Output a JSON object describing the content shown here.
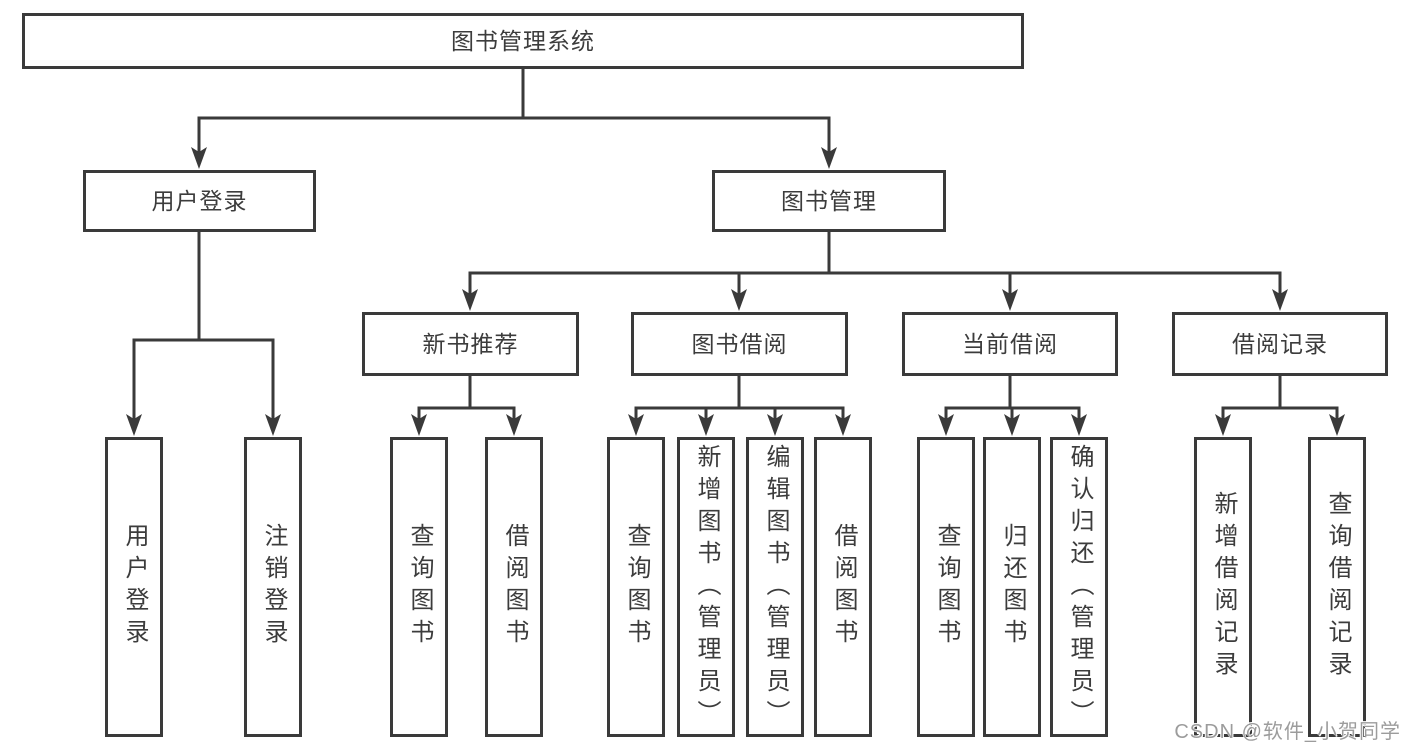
{
  "diagram": {
    "title": "图书管理系统",
    "nodes": {
      "root": "图书管理系统",
      "level2": [
        "用户登录",
        "图书管理"
      ],
      "level3": [
        "新书推荐",
        "图书借阅",
        "当前借阅",
        "借阅记录"
      ],
      "leaves": [
        "用户登录",
        "注销登录",
        "查询图书",
        "借阅图书",
        "查询图书",
        "新增图书（管理员）",
        "编辑图书（管理员）",
        "借阅图书",
        "查询图书",
        "归还图书",
        "确认归还（管理员）",
        "新增借阅记录",
        "查询借阅记录"
      ]
    },
    "colors": {
      "line": "#3a3a3a",
      "text": "#3c3c3c",
      "background": "#ffffff",
      "watermark_gray": "#9c9c9c"
    }
  },
  "watermark": "CSDN @软件_小贺同学"
}
